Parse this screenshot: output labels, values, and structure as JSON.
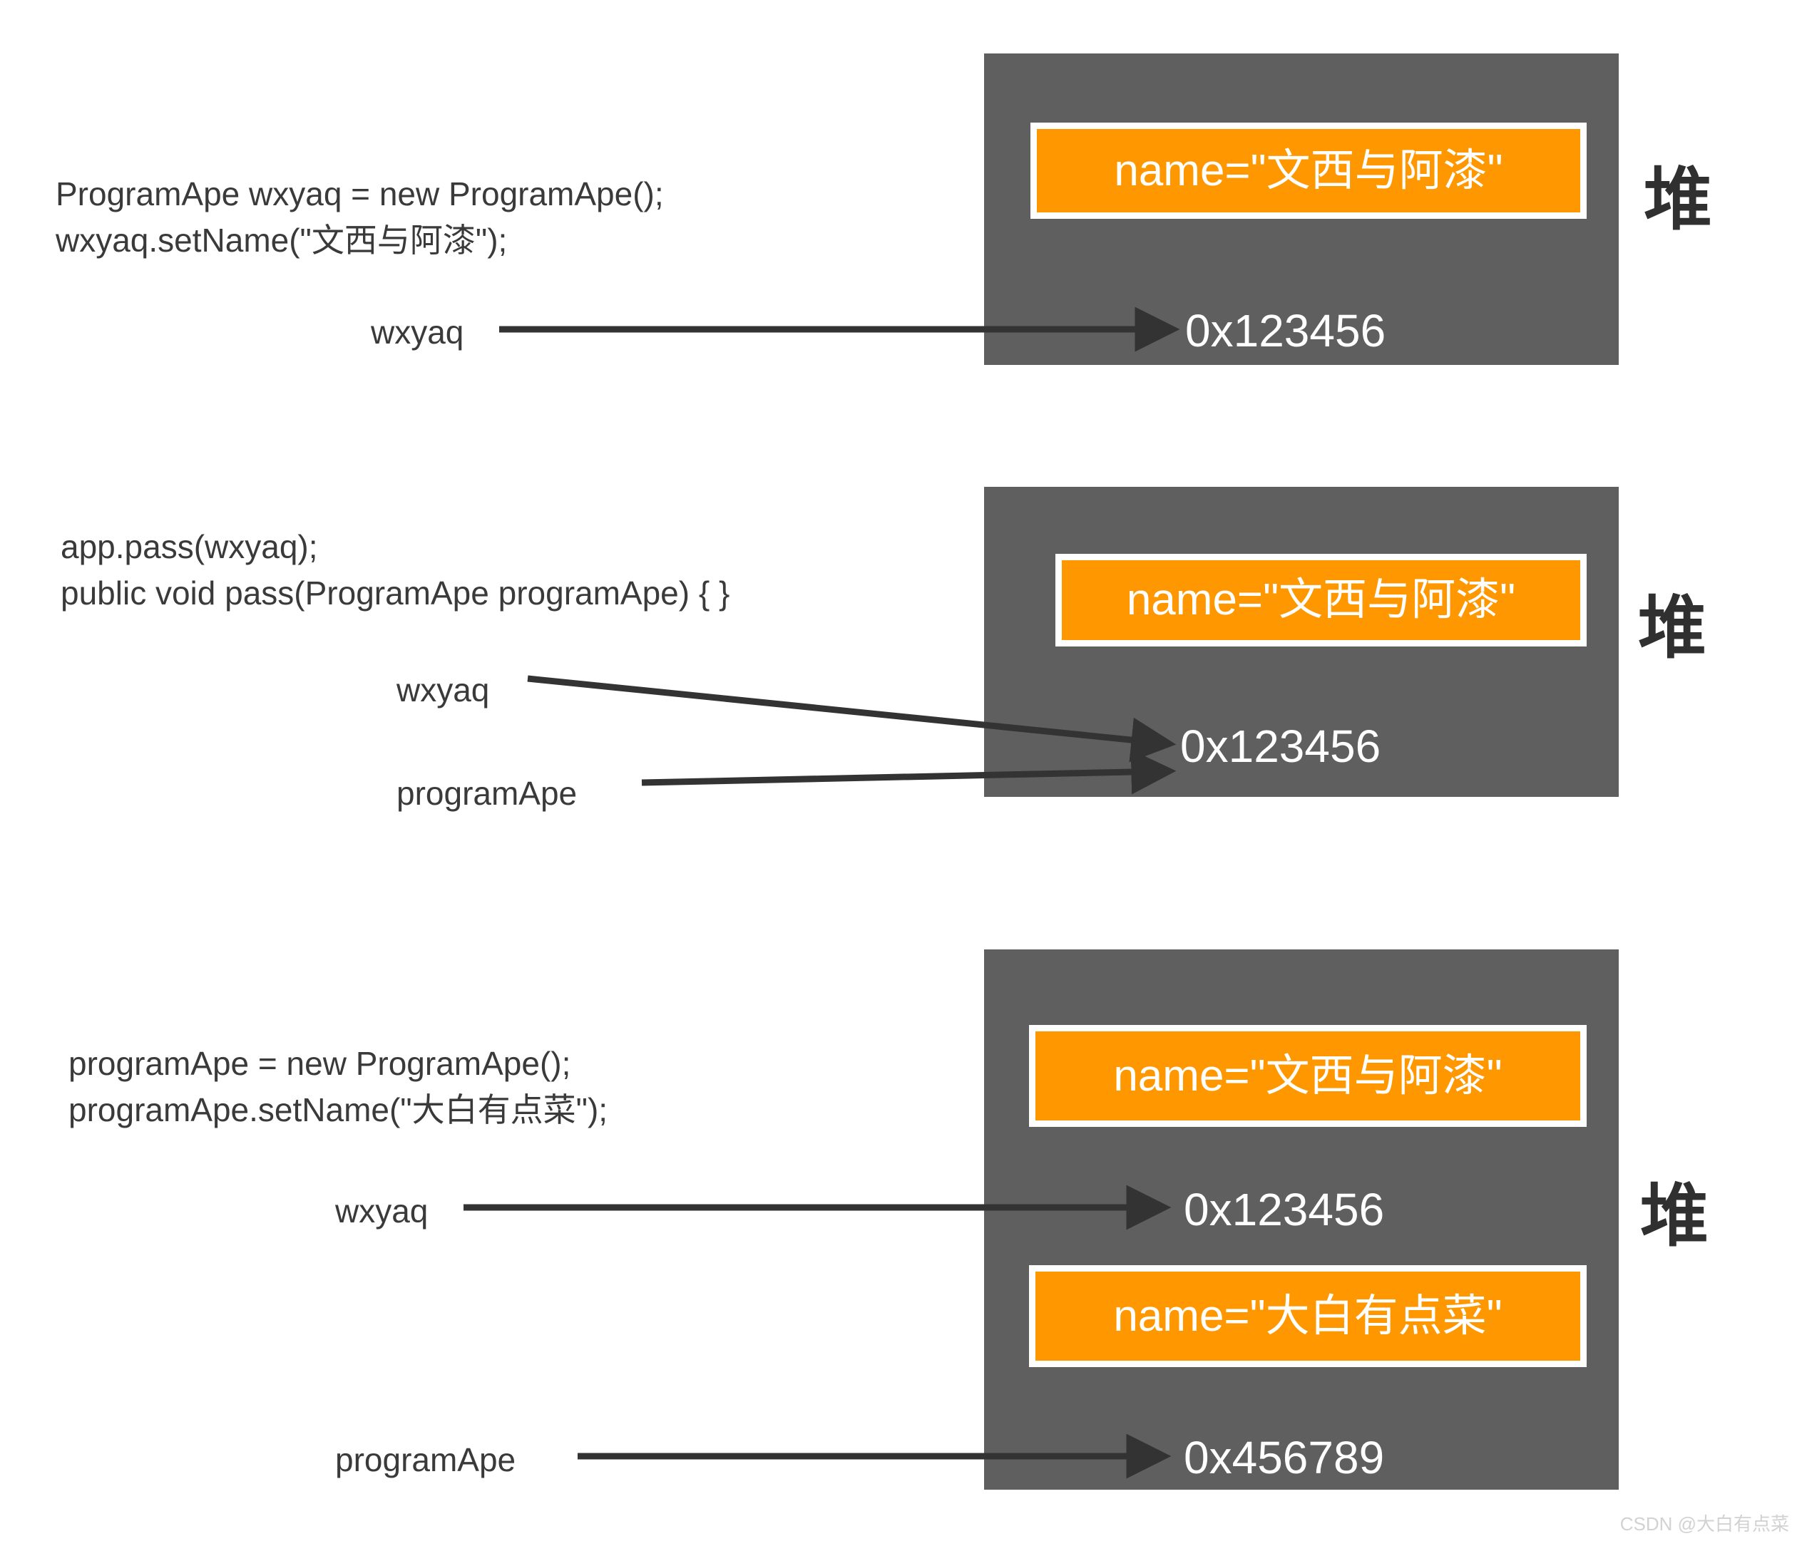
{
  "diagram": {
    "title": "Java reference passing heap diagram",
    "heap_label": "堆",
    "colors": {
      "heap_panel": "#5f5f5f",
      "object_box": "#FF9800",
      "object_box_border": "#ffffff",
      "text_dark": "#3a3a3a",
      "text_light": "#ffffff",
      "arrow": "#333333",
      "watermark": "#d2d2d2"
    },
    "sections": [
      {
        "id": "section-1",
        "code_lines": [
          "ProgramApe wxyaq = new ProgramApe();",
          "wxyaq.setName(\"文西与阿漆\");"
        ],
        "code_text": "ProgramApe wxyaq = new ProgramApe();\nwxyaq.setName(\"文西与阿漆\");",
        "objects": [
          {
            "label": "name=\"文西与阿漆\""
          }
        ],
        "addresses": [
          {
            "value": "0x123456"
          }
        ],
        "variables": [
          {
            "name": "wxyaq",
            "points_to": "0x123456"
          }
        ],
        "heap_label": "堆"
      },
      {
        "id": "section-2",
        "code_lines": [
          "app.pass(wxyaq);",
          "public void pass(ProgramApe programApe) { }"
        ],
        "code_text": "app.pass(wxyaq);\npublic void pass(ProgramApe programApe) { }",
        "objects": [
          {
            "label": "name=\"文西与阿漆\""
          }
        ],
        "addresses": [
          {
            "value": "0x123456"
          }
        ],
        "variables": [
          {
            "name": "wxyaq",
            "points_to": "0x123456"
          },
          {
            "name": "programApe",
            "points_to": "0x123456"
          }
        ],
        "heap_label": "堆"
      },
      {
        "id": "section-3",
        "code_lines": [
          "programApe = new ProgramApe();",
          "programApe.setName(\"大白有点菜\");"
        ],
        "code_text": "programApe = new ProgramApe();\nprogramApe.setName(\"大白有点菜\");",
        "objects": [
          {
            "label": "name=\"文西与阿漆\""
          },
          {
            "label": "name=\"大白有点菜\""
          }
        ],
        "addresses": [
          {
            "value": "0x123456"
          },
          {
            "value": "0x456789"
          }
        ],
        "variables": [
          {
            "name": "wxyaq",
            "points_to": "0x123456"
          },
          {
            "name": "programApe",
            "points_to": "0x456789"
          }
        ],
        "heap_label": "堆"
      }
    ],
    "watermark": "CSDN @大白有点菜"
  }
}
